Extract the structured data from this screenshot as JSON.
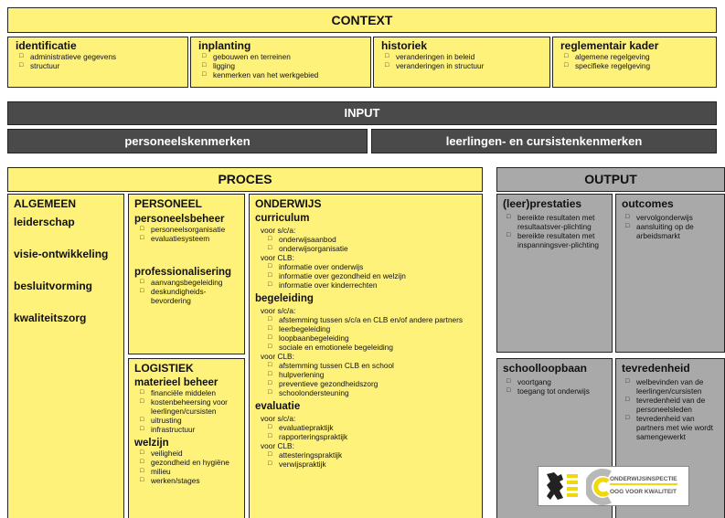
{
  "context": {
    "title": "CONTEXT",
    "boxes": [
      {
        "title": "identificatie",
        "items": [
          "administratieve gegevens",
          "structuur"
        ]
      },
      {
        "title": "inplanting",
        "items": [
          "gebouwen en terreinen",
          "ligging",
          "kenmerken van het werkgebied"
        ]
      },
      {
        "title": "historiek",
        "items": [
          "veranderingen in beleid",
          "veranderingen in structuur"
        ]
      },
      {
        "title": "reglementair kader",
        "items": [
          "algemene regelgeving",
          "specifieke regelgeving"
        ]
      }
    ]
  },
  "input": {
    "title": "INPUT",
    "left": "personeelskenmerken",
    "right": "leerlingen- en cursistenkenmerken"
  },
  "proces": {
    "title": "PROCES",
    "algemeen": {
      "title": "ALGEMEEN",
      "items": [
        "leiderschap",
        "visie-ontwikkeling",
        "besluitvorming",
        "kwaliteitszorg"
      ]
    },
    "personeel": {
      "title": "PERSONEEL",
      "sections": [
        {
          "title": "personeelsbeheer",
          "items": [
            "personeelsorganisatie",
            "evaluatiesysteem"
          ]
        },
        {
          "title": "professionalisering",
          "items": [
            "aanvangsbegeleiding",
            "deskundigheids-bevordering"
          ]
        }
      ]
    },
    "logistiek": {
      "title": "LOGISTIEK",
      "sections": [
        {
          "title": "materieel beheer",
          "items": [
            "financiële middelen",
            "kostenbeheersing voor leerlingen/cursisten",
            "uitrusting",
            "infrastructuur"
          ]
        },
        {
          "title": "welzijn",
          "items": [
            "veiligheid",
            "gezondheid en hygiëne",
            "milieu",
            "werken/stages"
          ]
        }
      ]
    },
    "onderwijs": {
      "title": "ONDERWIJS",
      "curriculum": {
        "title": "curriculum",
        "label1": "voor s/c/a:",
        "items1": [
          "onderwijsaanbod",
          "onderwijsorganisatie"
        ],
        "label2": "voor CLB:",
        "items2": [
          "informatie over onderwijs",
          "informatie over gezondheid en welzijn",
          "informatie over kinderrechten"
        ]
      },
      "begeleiding": {
        "title": "begeleiding",
        "label1": "voor s/c/a:",
        "items1": [
          "afstemming tussen s/c/a en CLB en/of andere partners",
          "leerbegeleiding",
          "loopbaanbegeleiding",
          "sociale en emotionele begeleiding"
        ],
        "label2": "voor CLB:",
        "items2": [
          "afstemming tussen CLB en school",
          "hulpverlening",
          "preventieve gezondheidszorg",
          "schoolondersteuning"
        ]
      },
      "evaluatie": {
        "title": "evaluatie",
        "label1": "voor s/c/a:",
        "items1": [
          "evaluatiepraktijk",
          "rapporteringspraktijk"
        ],
        "label2": "voor CLB:",
        "items2": [
          "attesteringspraktijk",
          "verwijspraktijk"
        ]
      }
    }
  },
  "output": {
    "title": "OUTPUT",
    "boxes": [
      {
        "title": "(leer)prestaties",
        "items": [
          "bereikte resultaten met resultaatsver-plichting",
          "bereikte resultaten met inspanningsver-plichting"
        ]
      },
      {
        "title": "outcomes",
        "items": [
          "vervolgonderwijs",
          "aansluiting op de arbeidsmarkt"
        ]
      },
      {
        "title": "schoolloopbaan",
        "items": [
          "voortgang",
          "toegang tot onderwijs"
        ]
      },
      {
        "title": "tevredenheid",
        "items": [
          "welbevinden van de leerlingen/cursisten",
          "tevredenheid van de personeelsleden",
          "tevredenheid van partners met wie wordt samengewerkt"
        ]
      }
    ]
  },
  "logo": {
    "line1": "ONDERWIJSINSPECTIE",
    "line2": "OOG VOOR KWALITEIT"
  }
}
